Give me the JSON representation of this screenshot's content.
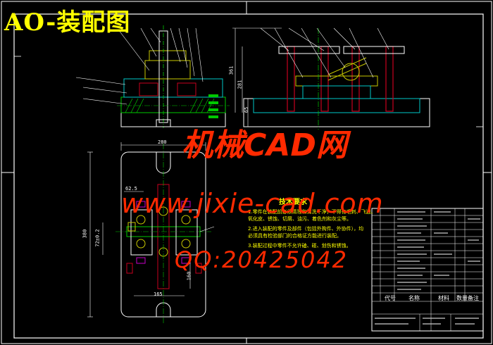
{
  "title": "AO-装配图",
  "watermark": {
    "line1": "机械CAD网",
    "line2": "www.jixie-cad.com",
    "line3": "QQ:20425042"
  },
  "technical_requirements": {
    "heading": "技术要求",
    "lines": [
      "1.零件在装配前必须清理和清洗干净，不得有毛刺、飞边、",
      "氧化皮、锈蚀、切屑、油污、着色剂和灰尘等。",
      "2.进入装配的零件及部件（包括外购件、外协件），均",
      "必须具有检验部门的合格证方能进行装配。",
      "3.装配过程中零件不允许磕、碰、划伤和锈蚀。"
    ]
  },
  "dimensions": {
    "top_width": "280",
    "left_height": "380",
    "bottom_width": "165",
    "right_height": "160",
    "offset": "62.5",
    "tolerance": "72±0.2",
    "side_height_1": "361",
    "side_height_2": "281",
    "base_height": "65"
  },
  "title_block": {
    "code_label": "代号",
    "name_label": "名称",
    "material_label": "材料",
    "qty_label": "数量",
    "note_label": "备注"
  },
  "colors": {
    "background": "#000000",
    "frame": "#ffffff",
    "title": "#ffff00",
    "watermark": "#ff2a00",
    "part_red": "#c8001e",
    "part_green": "#00c800",
    "part_cyan": "#00c8c8",
    "part_yellow": "#c8c800",
    "part_magenta": "#c800c8"
  }
}
